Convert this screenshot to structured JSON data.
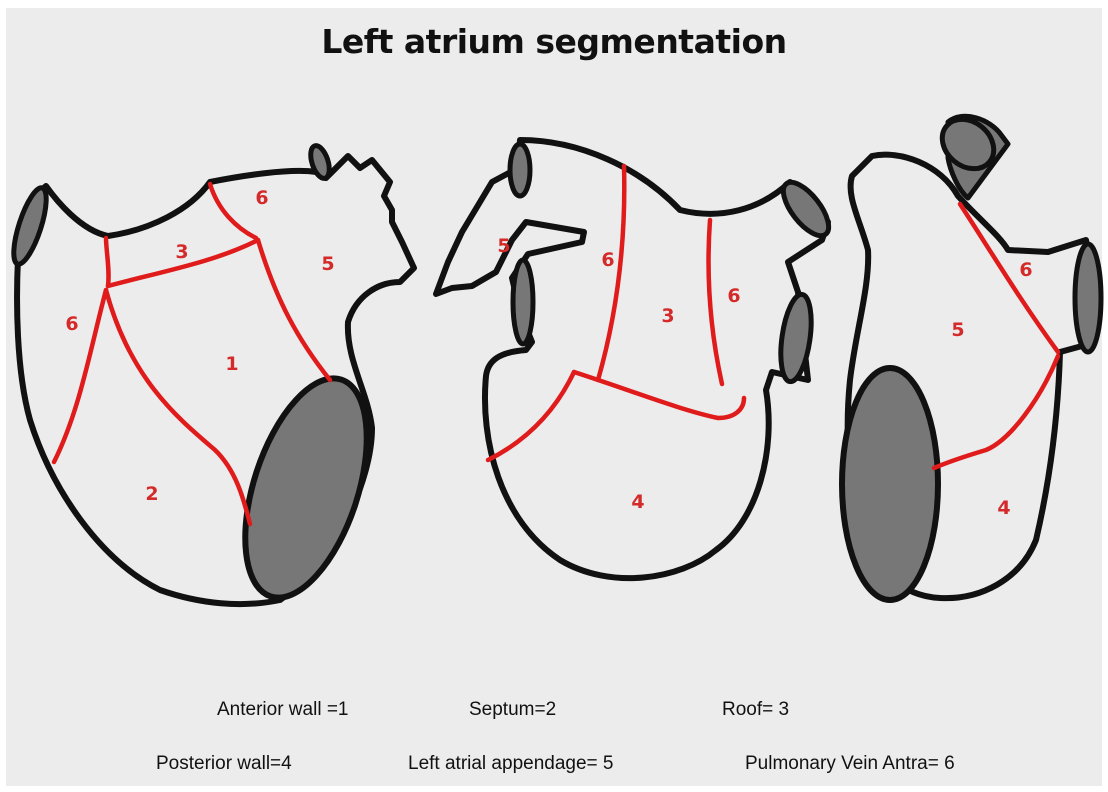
{
  "title": "Left atrium segmentation",
  "colors": {
    "background": "#ececec",
    "outline": "#111111",
    "segment_line": "#e01b1b",
    "segment_number": "#d42a2a",
    "vein_fill": "#777777"
  },
  "views": [
    {
      "labels": [
        "6",
        "3",
        "5",
        "6",
        "1",
        "2"
      ]
    },
    {
      "labels": [
        "5",
        "6",
        "3",
        "6",
        "4"
      ]
    },
    {
      "labels": [
        "6",
        "5",
        "4"
      ]
    }
  ],
  "legend": [
    {
      "text": "Anterior wall =1"
    },
    {
      "text": "Septum=2"
    },
    {
      "text": "Roof= 3"
    },
    {
      "text": "Posterior wall=4"
    },
    {
      "text": "Left atrial appendage= 5"
    },
    {
      "text": "Pulmonary Vein Antra= 6"
    }
  ]
}
